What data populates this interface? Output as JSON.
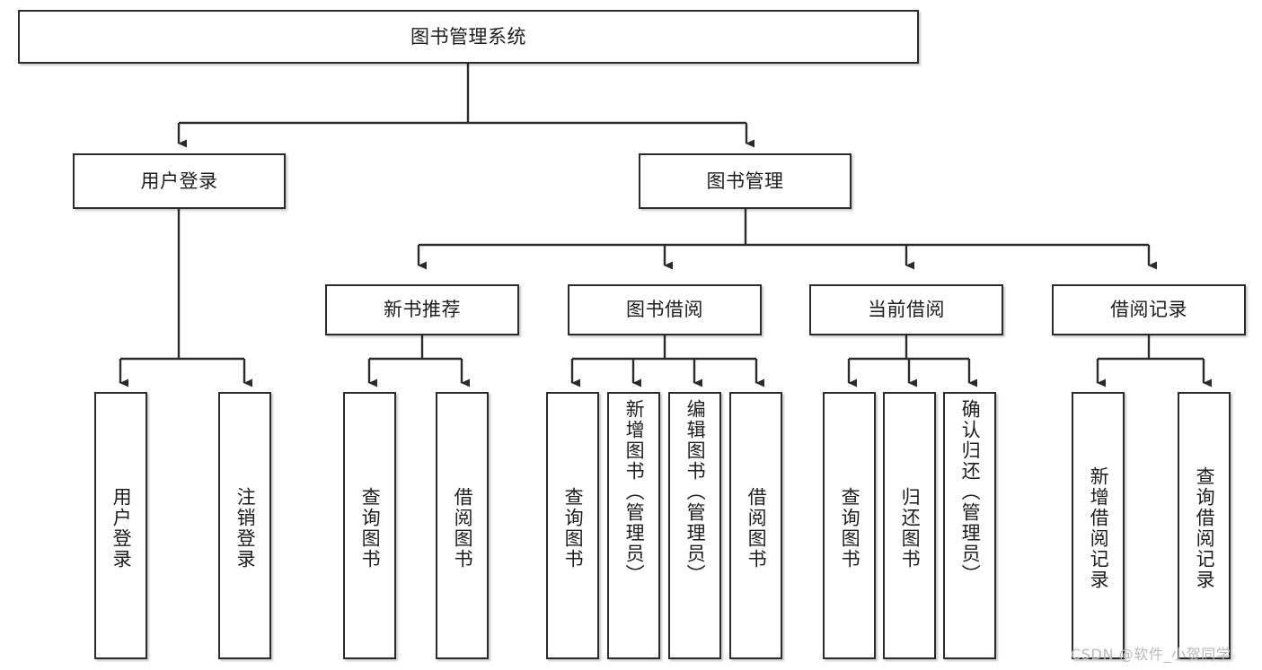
{
  "diagram": {
    "title": "图书管理系统",
    "type": "hierarchy-tree",
    "watermark": "CSDN @软件_小贺同学",
    "colors": {
      "node_border": "#2b2b2b",
      "node_fill": "#ffffff",
      "edge": "#2b2b2b",
      "text": "#1d1d1d",
      "watermark": "#b9b9b9"
    },
    "levels": {
      "root": [
        "图书管理系统"
      ],
      "level2": [
        "用户登录",
        "图书管理"
      ],
      "level3": [
        "新书推荐",
        "图书借阅",
        "当前借阅",
        "借阅记录"
      ],
      "level4": [
        "用户登录",
        "注销登录",
        "查询图书",
        "借阅图书",
        "查询图书",
        "新增图书（管理员）",
        "编辑图书（管理员）",
        "借阅图书",
        "查询图书",
        "归还图书",
        "确认归还（管理员）",
        "新增借阅记录",
        "查询借阅记录"
      ]
    },
    "nodes": {
      "root": {
        "label": "图书管理系统"
      },
      "user_login": {
        "label": "用户登录"
      },
      "book_manage": {
        "label": "图书管理"
      },
      "new_book_rec": {
        "label": "新书推荐"
      },
      "book_borrow": {
        "label": "图书借阅"
      },
      "current_borrow": {
        "label": "当前借阅"
      },
      "borrow_record": {
        "label": "借阅记录"
      },
      "leaf_user_login": {
        "label": "用户登录"
      },
      "leaf_logout": {
        "label": "注销登录"
      },
      "leaf_query_book_1": {
        "label": "查询图书"
      },
      "leaf_borrow_book_1": {
        "label": "借阅图书"
      },
      "leaf_query_book_2": {
        "label": "查询图书"
      },
      "leaf_add_book": {
        "label": "新增图书（管理员）"
      },
      "leaf_edit_book": {
        "label": "编辑图书（管理员）"
      },
      "leaf_borrow_book_2": {
        "label": "借阅图书"
      },
      "leaf_query_book_3": {
        "label": "查询图书"
      },
      "leaf_return_book": {
        "label": "归还图书"
      },
      "leaf_confirm_return": {
        "label": "确认归还（管理员）"
      },
      "leaf_add_record": {
        "label": "新增借阅记录"
      },
      "leaf_query_record": {
        "label": "查询借阅记录"
      }
    }
  }
}
